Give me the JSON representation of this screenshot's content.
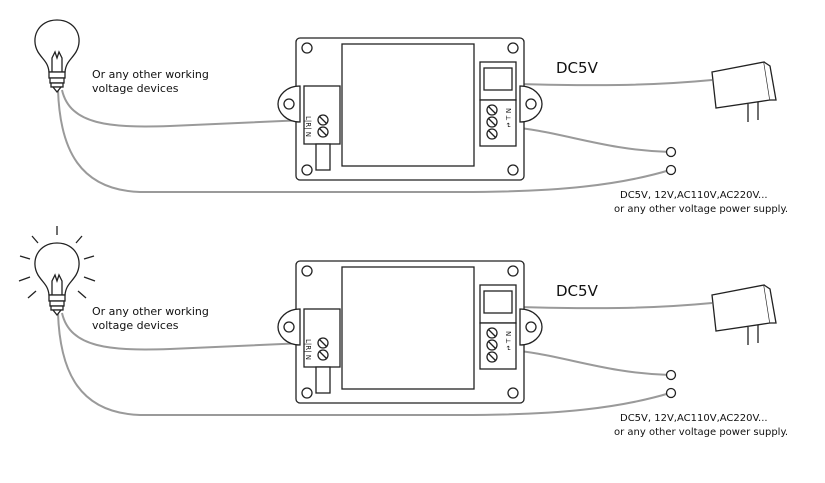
{
  "panels": [
    {
      "device_label_line1": "Or any other working",
      "device_label_line2": "voltage devices",
      "dc_label": "DC5V",
      "supply_label_line1": "DC5V, 12V,AC110V,AC220V...",
      "supply_label_line2": "or any other voltage power supply.",
      "terminal_out": "L|R| N",
      "terminal_in": "N ⟂ ↵",
      "bulb_state": "off"
    },
    {
      "device_label_line1": "Or any other working",
      "device_label_line2": "voltage devices",
      "dc_label": "DC5V",
      "supply_label_line1": "DC5V, 12V,AC110V,AC220V...",
      "supply_label_line2": "or any other voltage power supply.",
      "terminal_out": "L|R| N",
      "terminal_in": "N ⟂ ↵",
      "bulb_state": "on"
    }
  ],
  "colors": {
    "wire": "#9a9a9a",
    "ink": "#222222",
    "bg": "#ffffff"
  },
  "icons": [
    "light-bulb-icon",
    "relay-module-icon",
    "power-adapter-icon",
    "terminal-ring-icon"
  ]
}
